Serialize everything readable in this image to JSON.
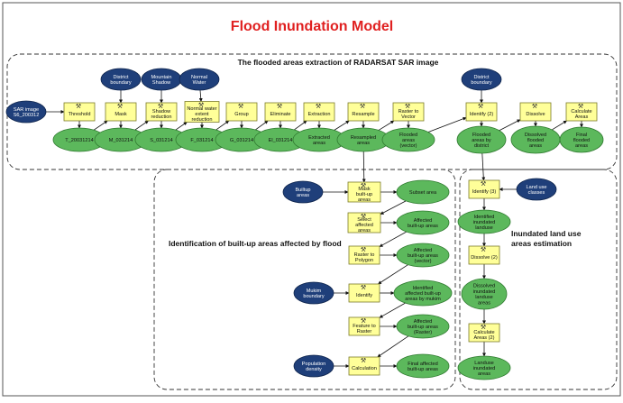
{
  "title": "Flood Inundation Model",
  "groups": [
    {
      "id": "g1",
      "label": "The flooded areas extraction of RADARSAT SAR image"
    },
    {
      "id": "g2",
      "label": "Identification of built-up areas affected by flood"
    },
    {
      "id": "g3",
      "label": "Inundated land use areas estimation"
    }
  ],
  "nodes": [
    {
      "id": "sar",
      "type": "input",
      "label": [
        "SAR image",
        "S6_200312"
      ]
    },
    {
      "id": "thr",
      "type": "proc",
      "label": [
        "Threshold"
      ]
    },
    {
      "id": "t",
      "type": "output",
      "label": [
        "T_20031214"
      ]
    },
    {
      "id": "db1",
      "type": "input",
      "label": [
        "District",
        "boundary"
      ]
    },
    {
      "id": "mask",
      "type": "proc",
      "label": [
        "Mask"
      ]
    },
    {
      "id": "m",
      "type": "output",
      "label": [
        "M_031214"
      ]
    },
    {
      "id": "ms",
      "type": "input",
      "label": [
        "Mountain",
        "Shadow"
      ]
    },
    {
      "id": "shred",
      "type": "proc",
      "label": [
        "Shadow",
        "reduction"
      ]
    },
    {
      "id": "s",
      "type": "output",
      "label": [
        "S_031214"
      ]
    },
    {
      "id": "nw",
      "type": "input",
      "label": [
        "Normal",
        "Water"
      ]
    },
    {
      "id": "nwred",
      "type": "proc",
      "label": [
        "Normal water",
        "extent",
        "reduction"
      ]
    },
    {
      "id": "f",
      "type": "output",
      "label": [
        "F_031214"
      ]
    },
    {
      "id": "grp",
      "type": "proc",
      "label": [
        "Group"
      ]
    },
    {
      "id": "g",
      "type": "output",
      "label": [
        "G_031214"
      ]
    },
    {
      "id": "elim",
      "type": "proc",
      "label": [
        "Eliminate"
      ]
    },
    {
      "id": "el",
      "type": "output",
      "label": [
        "El_031214"
      ]
    },
    {
      "id": "extr",
      "type": "proc",
      "label": [
        "Extraction"
      ]
    },
    {
      "id": "exa",
      "type": "output",
      "label": [
        "Extracted",
        "areas"
      ]
    },
    {
      "id": "resam",
      "type": "proc",
      "label": [
        "Resample"
      ]
    },
    {
      "id": "rsa",
      "type": "output",
      "label": [
        "Resampled",
        "areas"
      ]
    },
    {
      "id": "r2v",
      "type": "proc",
      "label": [
        "Raster to",
        "Vector"
      ]
    },
    {
      "id": "fav",
      "type": "output",
      "label": [
        "Flooded",
        "areas",
        "(vector)"
      ]
    },
    {
      "id": "db2",
      "type": "input",
      "label": [
        "District",
        "boundary"
      ]
    },
    {
      "id": "ident2",
      "type": "proc",
      "label": [
        "Identify (2)"
      ]
    },
    {
      "id": "fad",
      "type": "output",
      "label": [
        "Flooded",
        "areas by",
        "district"
      ]
    },
    {
      "id": "diss",
      "type": "proc",
      "label": [
        "Dissolve"
      ]
    },
    {
      "id": "dfa",
      "type": "output",
      "label": [
        "Dissolved",
        "flooded",
        "areas"
      ]
    },
    {
      "id": "calc",
      "type": "proc",
      "label": [
        "Calculate",
        "Areas"
      ]
    },
    {
      "id": "ffa",
      "type": "output",
      "label": [
        "Final",
        "flooded",
        "areas"
      ]
    },
    {
      "id": "bua",
      "type": "input",
      "label": [
        "Builtup",
        "areas"
      ]
    },
    {
      "id": "maskb",
      "type": "proc",
      "label": [
        "Mask",
        "built-up",
        "areas"
      ]
    },
    {
      "id": "subset",
      "type": "output",
      "label": [
        "Subset area"
      ]
    },
    {
      "id": "sel",
      "type": "proc",
      "label": [
        "Select",
        "affected",
        "areas"
      ]
    },
    {
      "id": "aba",
      "type": "output",
      "label": [
        "Affected",
        "built-up areas"
      ]
    },
    {
      "id": "r2p",
      "type": "proc",
      "label": [
        "Raster to",
        "Polygon"
      ]
    },
    {
      "id": "abav",
      "type": "output",
      "label": [
        "Affected",
        "built-up areas",
        "(vector)"
      ]
    },
    {
      "id": "mb",
      "type": "input",
      "label": [
        "Mukim",
        "boundary"
      ]
    },
    {
      "id": "identb",
      "type": "proc",
      "label": [
        "Identify"
      ]
    },
    {
      "id": "iabm",
      "type": "output",
      "label": [
        "Identified",
        "affected built-up",
        "areas by mukim"
      ]
    },
    {
      "id": "f2r",
      "type": "proc",
      "label": [
        "Feature to",
        "Raster"
      ]
    },
    {
      "id": "abar",
      "type": "output",
      "label": [
        "Affected",
        "built-up areas",
        "(Raster)"
      ]
    },
    {
      "id": "pd",
      "type": "input",
      "label": [
        "Population",
        "density"
      ]
    },
    {
      "id": "calcb",
      "type": "proc",
      "label": [
        "Calculation"
      ]
    },
    {
      "id": "fab",
      "type": "output",
      "label": [
        "Final affected",
        "built-up areas"
      ]
    },
    {
      "id": "ident3",
      "type": "proc",
      "label": [
        "Identify (3)"
      ]
    },
    {
      "id": "luc",
      "type": "input",
      "label": [
        "Land use",
        "classes"
      ]
    },
    {
      "id": "iil",
      "type": "output",
      "label": [
        "Identified",
        "inundated",
        "landuse"
      ]
    },
    {
      "id": "diss2",
      "type": "proc",
      "label": [
        "Dissolve (2)"
      ]
    },
    {
      "id": "dila",
      "type": "output",
      "label": [
        "Dissolved",
        "inundated",
        "landuse",
        "areas"
      ]
    },
    {
      "id": "calc2",
      "type": "proc",
      "label": [
        "Calculate",
        "Areas (2)"
      ]
    },
    {
      "id": "lia",
      "type": "output",
      "label": [
        "Landuse",
        "inundated",
        "areas"
      ]
    }
  ]
}
